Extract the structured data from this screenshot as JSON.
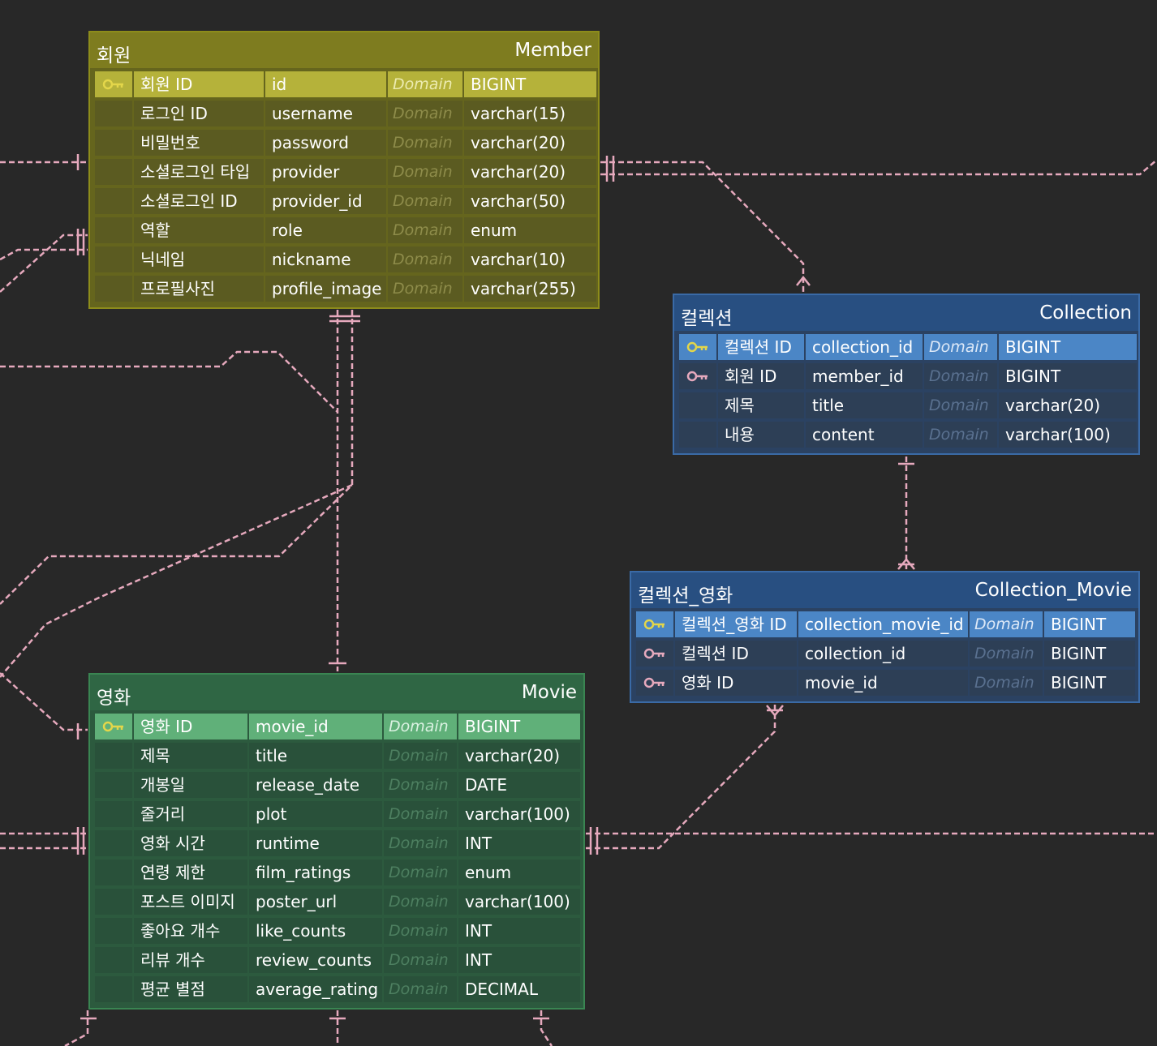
{
  "colors": {
    "background": "#282828",
    "relationship_line": "#e6a9bd",
    "member_header": "#7e7c1f",
    "movie_header": "#2f6644",
    "collection_header": "#284f81",
    "primary_key_icon": "#e3d64a",
    "foreign_key_icon": "#e6a9bd"
  },
  "entities": {
    "member": {
      "logical_name": "회원",
      "physical_name": "Member",
      "columns": [
        {
          "key": "pk",
          "logical": "회원 ID",
          "physical": "id",
          "domain": "Domain",
          "type": "BIGINT"
        },
        {
          "key": "",
          "logical": "로그인 ID",
          "physical": "username",
          "domain": "Domain",
          "type": "varchar(15)"
        },
        {
          "key": "",
          "logical": "비밀번호",
          "physical": "password",
          "domain": "Domain",
          "type": "varchar(20)"
        },
        {
          "key": "",
          "logical": "소셜로그인 타입",
          "physical": "provider",
          "domain": "Domain",
          "type": "varchar(20)"
        },
        {
          "key": "",
          "logical": "소셜로그인 ID",
          "physical": "provider_id",
          "domain": "Domain",
          "type": "varchar(50)"
        },
        {
          "key": "",
          "logical": "역할",
          "physical": "role",
          "domain": "Domain",
          "type": "enum"
        },
        {
          "key": "",
          "logical": "닉네임",
          "physical": "nickname",
          "domain": "Domain",
          "type": "varchar(10)"
        },
        {
          "key": "",
          "logical": "프로필사진",
          "physical": "profile_image",
          "domain": "Domain",
          "type": "varchar(255)"
        }
      ]
    },
    "collection": {
      "logical_name": "컬렉션",
      "physical_name": "Collection",
      "columns": [
        {
          "key": "pk",
          "logical": "컬렉션 ID",
          "physical": "collection_id",
          "domain": "Domain",
          "type": "BIGINT"
        },
        {
          "key": "fk",
          "logical": "회원 ID",
          "physical": "member_id",
          "domain": "Domain",
          "type": "BIGINT"
        },
        {
          "key": "",
          "logical": "제목",
          "physical": "title",
          "domain": "Domain",
          "type": "varchar(20)"
        },
        {
          "key": "",
          "logical": "내용",
          "physical": "content",
          "domain": "Domain",
          "type": "varchar(100)"
        }
      ]
    },
    "collection_movie": {
      "logical_name": "컬렉션_영화",
      "physical_name": "Collection_Movie",
      "columns": [
        {
          "key": "pk",
          "logical": "컬렉션_영화 ID",
          "physical": "collection_movie_id",
          "domain": "Domain",
          "type": "BIGINT"
        },
        {
          "key": "fk",
          "logical": "컬렉션 ID",
          "physical": "collection_id",
          "domain": "Domain",
          "type": "BIGINT"
        },
        {
          "key": "fk",
          "logical": "영화 ID",
          "physical": "movie_id",
          "domain": "Domain",
          "type": "BIGINT"
        }
      ]
    },
    "movie": {
      "logical_name": "영화",
      "physical_name": "Movie",
      "columns": [
        {
          "key": "pk",
          "logical": "영화 ID",
          "physical": "movie_id",
          "domain": "Domain",
          "type": "BIGINT"
        },
        {
          "key": "",
          "logical": "제목",
          "physical": "title",
          "domain": "Domain",
          "type": "varchar(20)"
        },
        {
          "key": "",
          "logical": "개봉일",
          "physical": "release_date",
          "domain": "Domain",
          "type": "DATE"
        },
        {
          "key": "",
          "logical": "줄거리",
          "physical": "plot",
          "domain": "Domain",
          "type": "varchar(100)"
        },
        {
          "key": "",
          "logical": "영화 시간",
          "physical": "runtime",
          "domain": "Domain",
          "type": "INT"
        },
        {
          "key": "",
          "logical": "연령 제한",
          "physical": "film_ratings",
          "domain": "Domain",
          "type": "enum"
        },
        {
          "key": "",
          "logical": "포스트 이미지",
          "physical": "poster_url",
          "domain": "Domain",
          "type": "varchar(100)"
        },
        {
          "key": "",
          "logical": "좋아요 개수",
          "physical": "like_counts",
          "domain": "Domain",
          "type": "INT"
        },
        {
          "key": "",
          "logical": "리뷰 개수",
          "physical": "review_counts",
          "domain": "Domain",
          "type": "INT"
        },
        {
          "key": "",
          "logical": "평균 별점",
          "physical": "average_rating",
          "domain": "Domain",
          "type": "DECIMAL"
        }
      ]
    }
  }
}
